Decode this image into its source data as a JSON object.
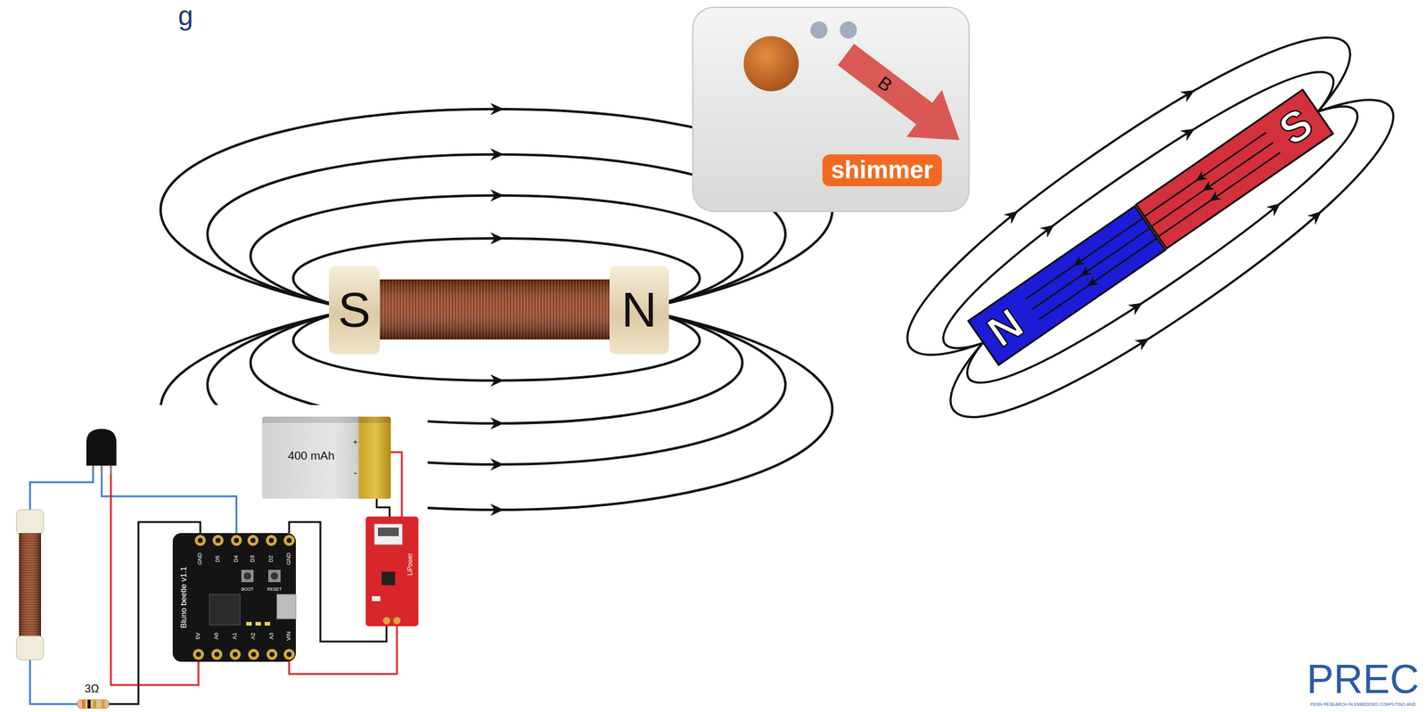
{
  "diagram": {
    "nodes": [
      {
        "text": [
          "S"
        ]
      },
      {
        "text": [
          "N"
        ]
      },
      {
        "text": [
          "B",
          "shimmer"
        ]
      },
      {
        "text": [
          "N"
        ]
      },
      {
        "text": [
          "S"
        ]
      },
      {
        "text": [
          "400 mAh"
        ]
      },
      {
        "text": [
          "Bluno beetle v1.1"
        ]
      },
      {
        "text": [
          "LiPower"
        ]
      }
    ],
    "edges": [
      {
        "from": 5,
        "to": 7,
        "arrow": "none"
      },
      {
        "from": 5,
        "to": 7,
        "arrow": "none"
      },
      {
        "from": 7,
        "to": 6,
        "arrow": "none"
      },
      {
        "from": 7,
        "to": 6,
        "arrow": "none"
      }
    ],
    "labels": [
      "g",
      "+",
      "-",
      "3Ω",
      "GND",
      "D5",
      "D4",
      "D3",
      "D2",
      "GND",
      "5V",
      "A0",
      "A1",
      "A2",
      "A3",
      "VIN",
      "BOOT",
      "RESET",
      "PREC",
      "PENN RESEARCH IN EMBEDDED COMPUTING AND"
    ]
  }
}
